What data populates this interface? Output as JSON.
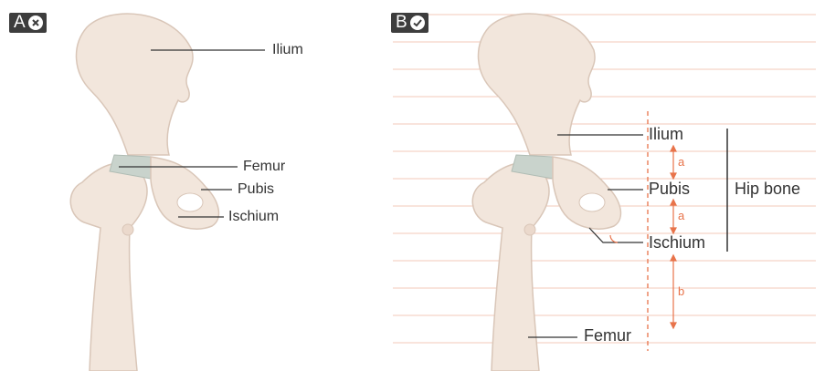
{
  "panel_a": {
    "badge_letter": "A",
    "badge_icon": "cross-circle-icon",
    "labels": {
      "ilium": "Ilium",
      "femur": "Femur",
      "pubis": "Pubis",
      "ischium": "Ischium"
    }
  },
  "panel_b": {
    "badge_letter": "B",
    "badge_icon": "check-circle-icon",
    "labels": {
      "ilium": "Ilium",
      "pubis": "Pubis",
      "ischium": "Ischium",
      "femur": "Femur",
      "group": "Hip bone"
    },
    "spacing": {
      "a1": "a",
      "a2": "a",
      "b": "b"
    }
  },
  "colors": {
    "bone": "#f2e6dc",
    "bone_outline": "#d9c6b8",
    "cartilage": "#c9d3cc",
    "guide": "#e8734a",
    "leader": "#333333"
  }
}
